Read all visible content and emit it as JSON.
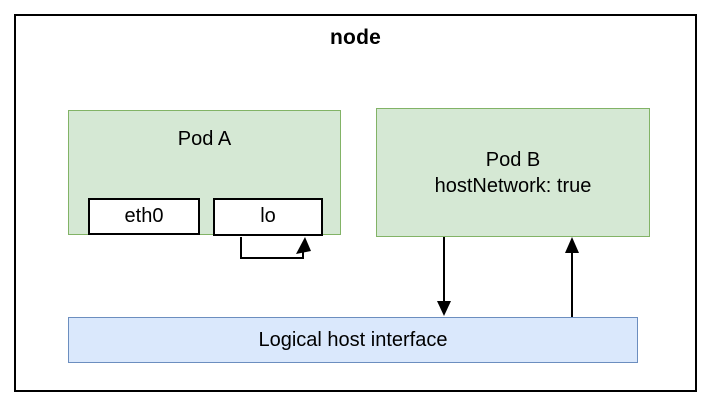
{
  "diagram": {
    "title": "node",
    "pod_a": {
      "label": "Pod A",
      "interfaces": [
        {
          "label": "eth0"
        },
        {
          "label": "lo"
        }
      ]
    },
    "pod_b": {
      "label": "Pod B",
      "sublabel": "hostNetwork: true"
    },
    "host_interface": {
      "label": "Logical host interface"
    },
    "arrows": [
      {
        "name": "lo-loopback",
        "from": "lo",
        "to": "lo",
        "direction": "self-loop"
      },
      {
        "name": "pod-b-to-host",
        "from": "Pod B",
        "to": "Logical host interface",
        "direction": "down"
      },
      {
        "name": "host-to-pod-b",
        "from": "Logical host interface",
        "to": "Pod B",
        "direction": "up"
      }
    ],
    "colors": {
      "background": "#ffffff",
      "text": "#000000",
      "outline": "#000000",
      "arrow": "#000000",
      "pod_fill": "#d5e8d4",
      "pod_border": "#82b366",
      "host_fill": "#dae8fc",
      "host_border": "#6c8ebf"
    }
  }
}
